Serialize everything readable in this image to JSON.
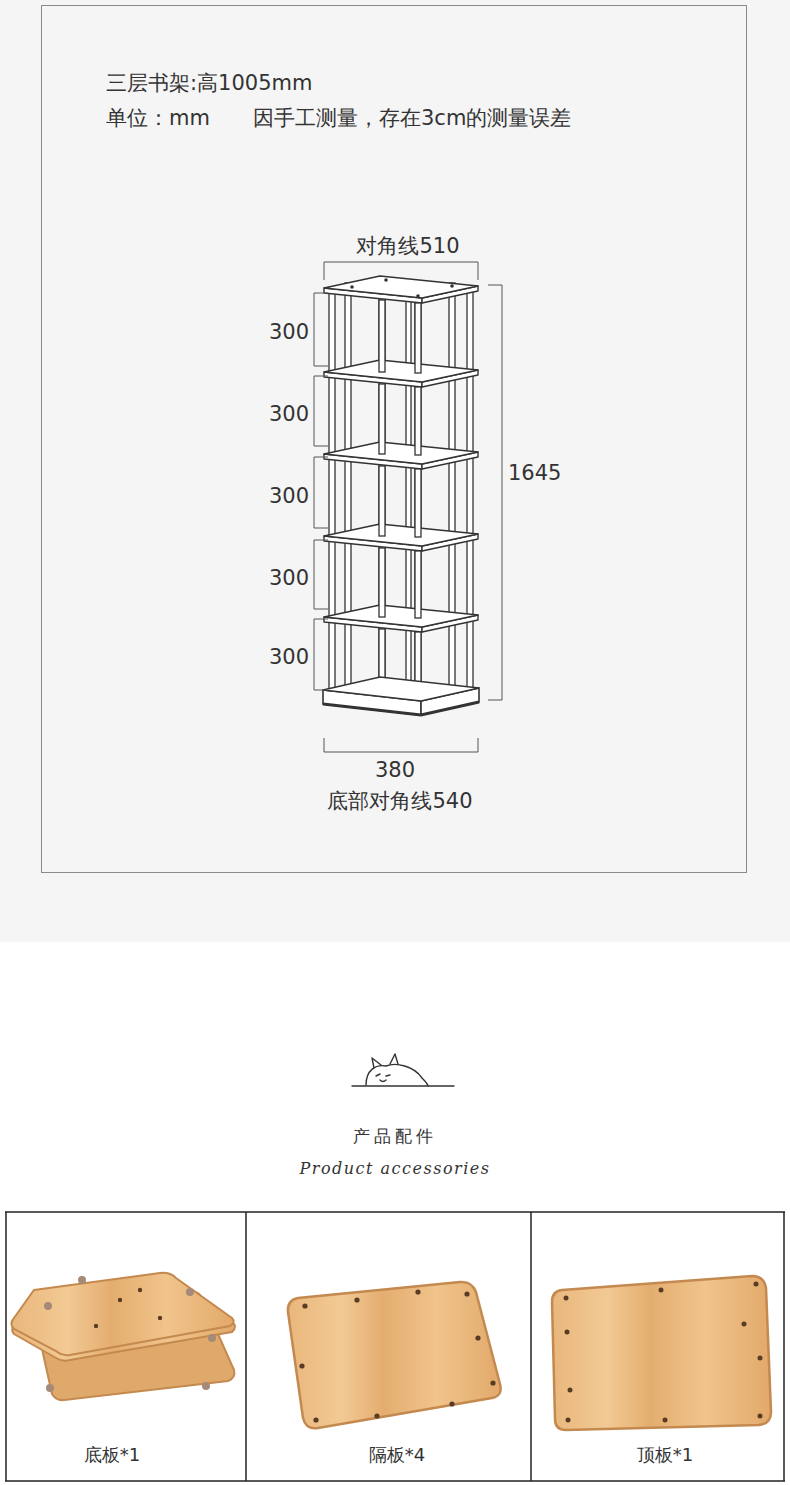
{
  "diagram": {
    "labels": [
      "三层书架:高1005mm",
      "单位：mm",
      "因手工测量，存在3cm的测量误差",
      "对角线510",
      "300",
      "300",
      "300",
      "300",
      "300",
      "1645",
      "380",
      "底部对角线540",
      "产品配件",
      "Product accessories",
      "底板*1",
      "隔板*4",
      "顶板*1"
    ]
  }
}
